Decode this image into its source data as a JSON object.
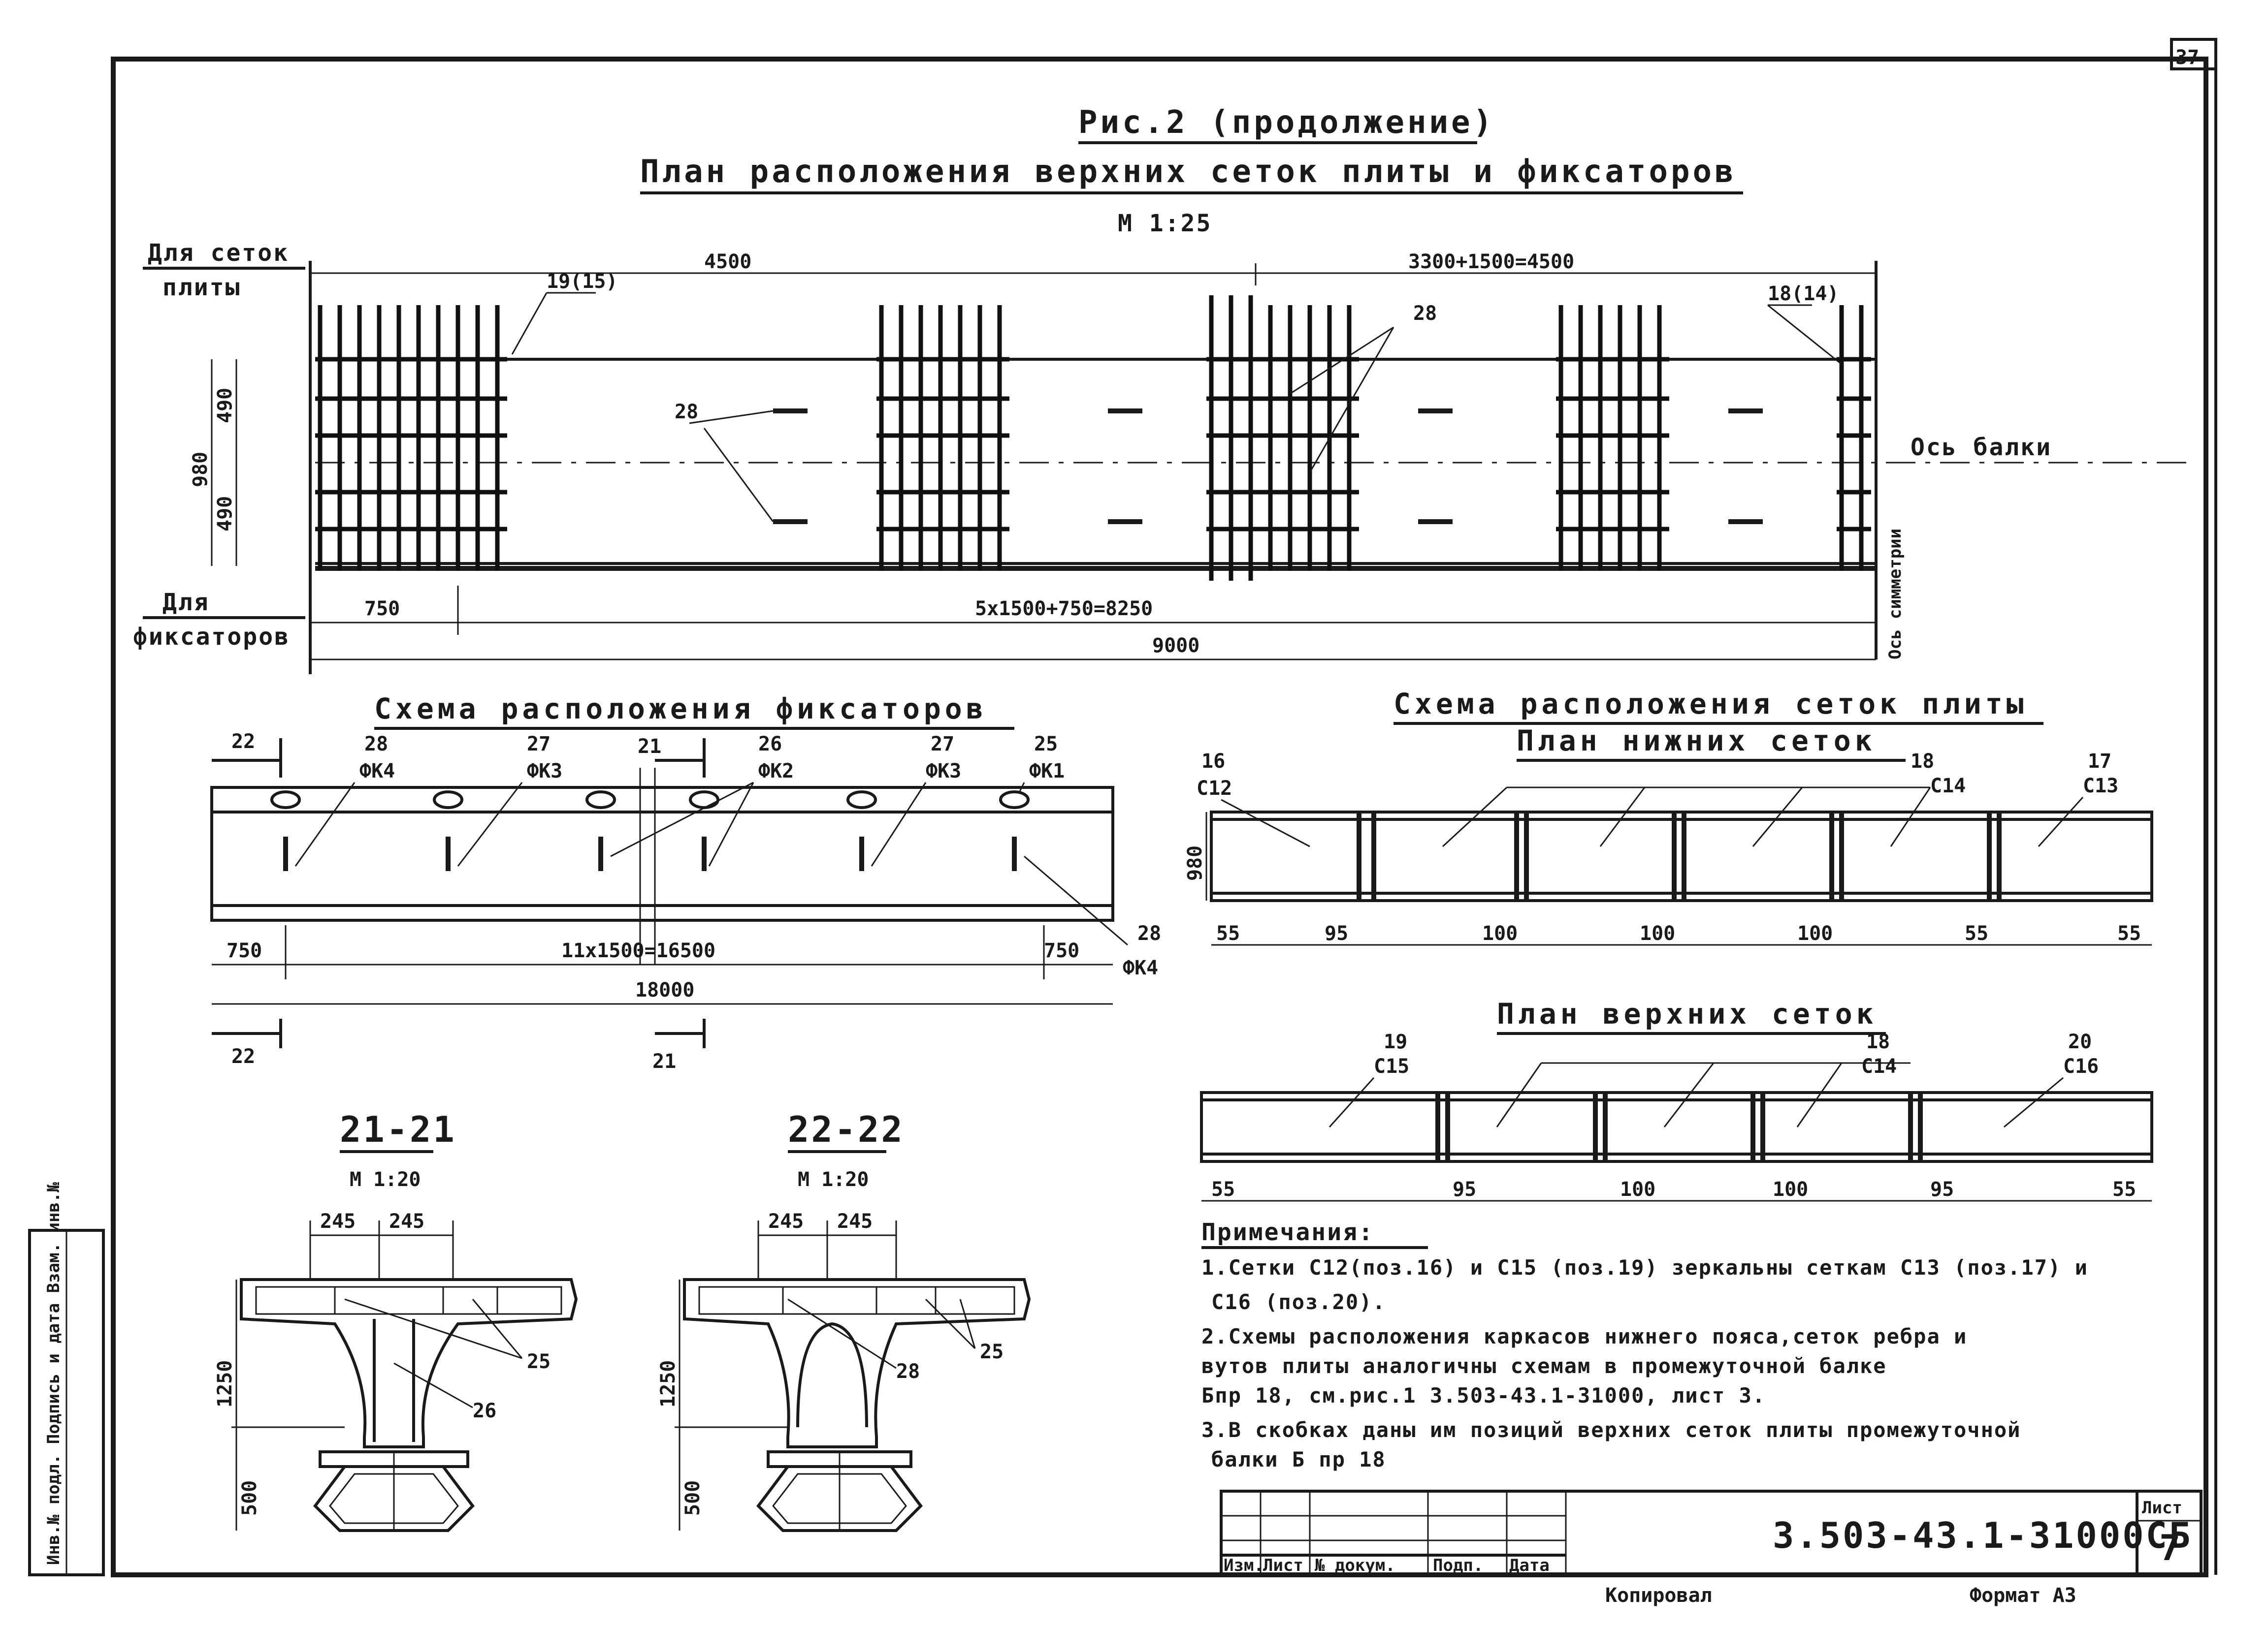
{
  "sheet": {
    "sheet_no_top": "37",
    "fig_title": "Рис.2 (продолжение)",
    "plan_title": "План расположения верхних сеток плиты и фиксаторов",
    "plan_scale": "М 1:25"
  },
  "top_plan": {
    "left_label_1a": "Для сеток",
    "left_label_1b": "плиты",
    "left_label_2a": "Для",
    "left_label_2b": "фиксаторов",
    "dim_4500": "4500",
    "dim_3300": "3300+1500=4500",
    "dim_980": "980",
    "dim_490a": "490",
    "dim_490b": "490",
    "dim_750": "750",
    "dim_5x": "5х1500+750=8250",
    "dim_9000": "9000",
    "mark_19_15": "19(15)",
    "mark_18_14": "18(14)",
    "mark_28a": "28",
    "mark_28b": "28",
    "axis_beam": "Ось балки",
    "axis_sym": "Ось симметрии"
  },
  "fix_scheme": {
    "title": "Схема расположения фиксаторов",
    "sec22_top": "22",
    "sec21_top": "21",
    "sec22_bot": "22",
    "sec21_bot": "21",
    "m28_1": "28",
    "fk4_1": "ФК4",
    "m27_1": "27",
    "fk3_1": "ФК3",
    "m26": "26",
    "fk2": "ФК2",
    "m27_2": "27",
    "fk3_2": "ФК3",
    "m25": "25",
    "fk1": "ФК1",
    "m28_2": "28",
    "fk4_2": "ФК4",
    "dim_750a": "750",
    "dim_11x": "11х1500=16500",
    "dim_750b": "750",
    "dim_18000": "18000"
  },
  "mesh_scheme": {
    "title": "Схема расположения сеток плиты",
    "lower_title": "План нижних сеток",
    "upper_title": "План верхних сеток",
    "lower_marks": {
      "m16": "16",
      "c12": "С12",
      "m18": "18",
      "c14": "С14",
      "m17": "17",
      "c13": "С13"
    },
    "lower_dims": [
      "55",
      "95",
      "100",
      "100",
      "100",
      "55",
      "55"
    ],
    "lower_980": "980",
    "upper_marks": {
      "m19": "19",
      "c15": "С15",
      "m18": "18",
      "c14": "С14",
      "m20": "20",
      "c16": "С16"
    },
    "upper_dims": [
      "55",
      "95",
      "100",
      "100",
      "95",
      "55"
    ]
  },
  "sections": {
    "s21_title": "21-21",
    "s21_scale": "М 1:20",
    "s22_title": "22-22",
    "s22_scale": "М 1:20",
    "d245a": "245",
    "d245b": "245",
    "d245c": "245",
    "d245d": "245",
    "h1250a": "1250",
    "h500a": "500",
    "h1250b": "1250",
    "h500b": "500",
    "m25a": "25",
    "m26": "26",
    "m28": "28",
    "m25b": "25"
  },
  "notes": {
    "title": "Примечания:",
    "n1a": "1.Сетки С12(поз.16) и С15 (поз.19) зеркальны сеткам С13 (поз.17) и",
    "n1b": "С16 (поз.20).",
    "n2a": "2.Схемы расположения каркасов нижнего пояса,сеток ребра и",
    "n2b": "вутов плиты аналогичны схемам в промежуточной балке",
    "n2c": "Бпр 18, см.рис.1   3.503-43.1-31000, лист 3.",
    "n3a": "3.В скобках даны им позиций верхних сеток плиты промежуточной",
    "n3b": "балки Б пр 18"
  },
  "stamp": {
    "code": "3.503-43.1-31000СБ",
    "list_label": "Лист",
    "list_no": "7",
    "cols": [
      "Изм.",
      "Лист",
      "№ докум.",
      "Подп.",
      "Дата"
    ]
  },
  "footer": {
    "copied": "Копировал",
    "format": "Формат А3"
  },
  "side_stamp": "Инв.№ подл. Подпись и дата Взам. инв.№"
}
